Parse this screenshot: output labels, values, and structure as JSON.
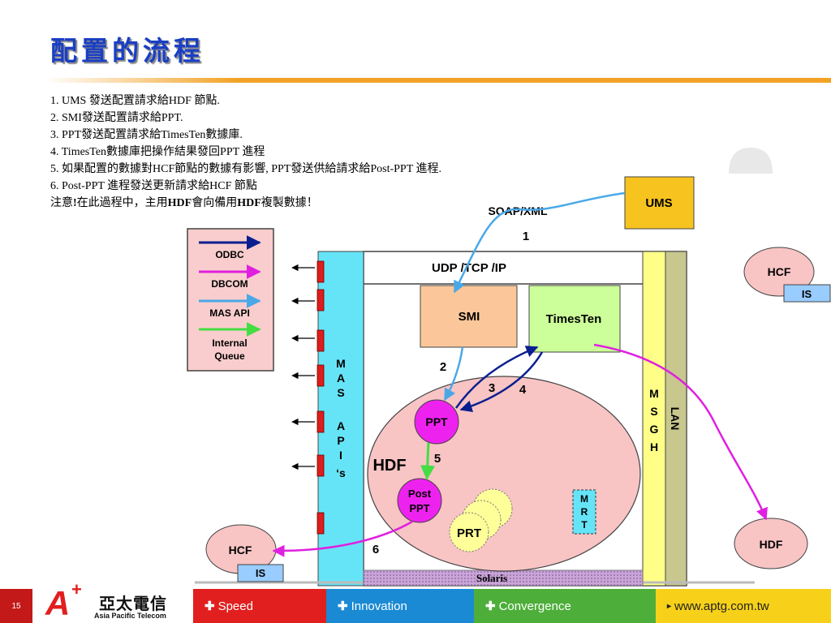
{
  "slide": {
    "title": "配置的流程",
    "page_number": "15"
  },
  "notes": [
    "1. UMS 發送配置請求給HDF 節點.",
    "2. SMI發送配置請求給PPT.",
    "3. PPT發送配置請求給TimesTen數據庫.",
    "4. TimesTen數據庫把操作結果發回PPT 進程",
    "5. 如果配置的數據對HCF節點的數據有影響, PPT發送供給請求給Post-PPT 進程.",
    "6. Post-PPT 進程發送更新請求給HCF 節點"
  ],
  "note_warning": {
    "prefix": "注意",
    "bang": "!",
    "text1": "在此過程中，主用",
    "hdf1": "HDF",
    "text2": "會向備用",
    "hdf2": "HDF",
    "text3": "複製數據！"
  },
  "legend": {
    "items": [
      {
        "label": "ODBC",
        "color": "#0a1f8f"
      },
      {
        "label": "DBCOM",
        "color": "#e020e0"
      },
      {
        "label": "MAS API",
        "color": "#4aa8e8"
      },
      {
        "label": "Internal",
        "color": "#44dd44"
      }
    ],
    "internal_line2": "Queue"
  },
  "diagram": {
    "ums": "UMS",
    "soap_xml": "SOAP/XML",
    "step1": "1",
    "udp_tcp_ip": "UDP /TCP /IP",
    "smi": "SMI",
    "timesten": "TimesTen",
    "step2": "2",
    "step3": "3",
    "step4": "4",
    "step5": "5",
    "step6": "6",
    "ppt": "PPT",
    "post_ppt_line1": "Post",
    "post_ppt_line2": "PPT",
    "hdf_node": "HDF",
    "prt": "PRT",
    "mrt": [
      "M",
      "R",
      "T"
    ],
    "mas_apis": [
      "M",
      "A",
      "S",
      "",
      "A",
      "P",
      "I",
      "‘s"
    ],
    "msgh": [
      "M",
      "S",
      "G",
      "H"
    ],
    "lan": "LAN",
    "solaris": "Solaris",
    "hcf_top": "HCF",
    "is_top": "IS",
    "hcf_bottom": "HCF",
    "is_bottom": "IS",
    "hdf_right": "HDF"
  },
  "footer": {
    "logo_cn": "亞太電信",
    "logo_en": "Asia Pacific Telecom",
    "speed": "Speed",
    "innovation": "Innovation",
    "convergence": "Convergence",
    "url": "www.aptg.com.tw"
  },
  "colors": {
    "title": "#1a3fc4",
    "rule": "#f2a225",
    "mas_column": "#66e4f7",
    "msgh_column": "#ffff88",
    "lan_column": "#c8c78e",
    "hdf_ellipse": "#f8c4c4",
    "smi_box": "#fbc79a",
    "timesten_box": "#ccff99",
    "ums_box": "#f7c31f",
    "ppt_circle": "#ee22ee",
    "is_box": "#99ccff"
  }
}
